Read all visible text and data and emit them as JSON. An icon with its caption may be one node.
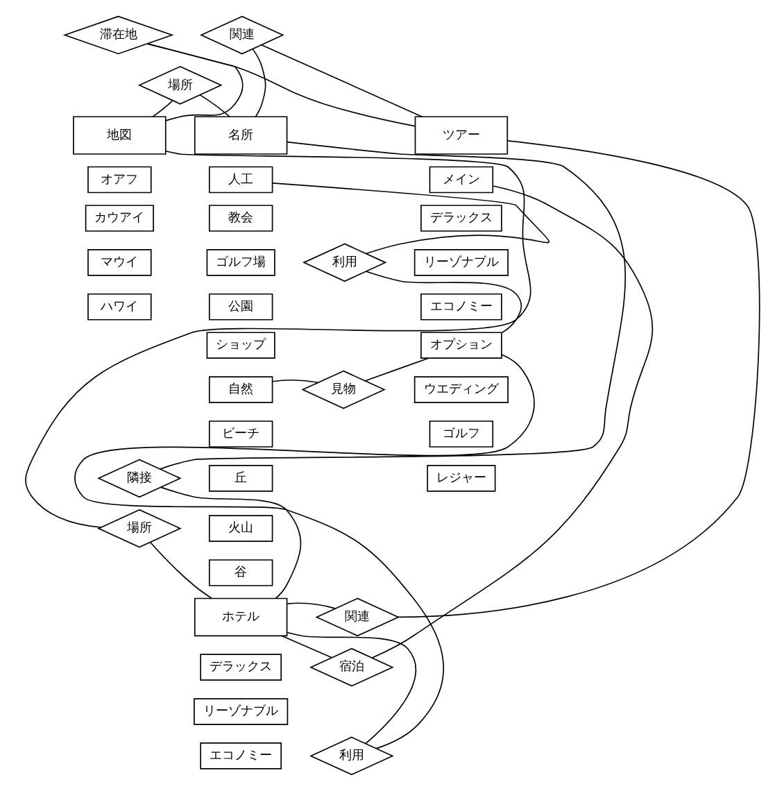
{
  "diagram": {
    "nodes": [
      {
        "text": [
          "滞在地"
        ]
      },
      {
        "text": [
          "関連"
        ]
      },
      {
        "text": [
          "場所"
        ]
      },
      {
        "text": [
          "地図"
        ]
      },
      {
        "text": [
          "オアフ"
        ]
      },
      {
        "text": [
          "カウアイ"
        ]
      },
      {
        "text": [
          "マウイ"
        ]
      },
      {
        "text": [
          "ハワイ"
        ]
      },
      {
        "text": [
          "名所"
        ]
      },
      {
        "text": [
          "人工"
        ]
      },
      {
        "text": [
          "教会"
        ]
      },
      {
        "text": [
          "ゴルフ場"
        ]
      },
      {
        "text": [
          "公園"
        ]
      },
      {
        "text": [
          "ショップ"
        ]
      },
      {
        "text": [
          "自然"
        ]
      },
      {
        "text": [
          "ビーチ"
        ]
      },
      {
        "text": [
          "丘"
        ]
      },
      {
        "text": [
          "火山"
        ]
      },
      {
        "text": [
          "谷"
        ]
      },
      {
        "text": [
          "ツアー"
        ]
      },
      {
        "text": [
          "メイン"
        ]
      },
      {
        "text": [
          "デラックス"
        ]
      },
      {
        "text": [
          "リーゾナブル"
        ]
      },
      {
        "text": [
          "エコノミー"
        ]
      },
      {
        "text": [
          "オプション"
        ]
      },
      {
        "text": [
          "ウエディング"
        ]
      },
      {
        "text": [
          "ゴルフ"
        ]
      },
      {
        "text": [
          "レジャー"
        ]
      },
      {
        "text": [
          "利用"
        ]
      },
      {
        "text": [
          "見物"
        ]
      },
      {
        "text": [
          "隣接"
        ]
      },
      {
        "text": [
          "場所"
        ]
      },
      {
        "text": [
          "ホテル"
        ]
      },
      {
        "text": [
          "デラックス"
        ]
      },
      {
        "text": [
          "リーゾナブル"
        ]
      },
      {
        "text": [
          "エコノミー"
        ]
      },
      {
        "text": [
          "関連"
        ]
      },
      {
        "text": [
          "宿泊"
        ]
      },
      {
        "text": [
          "利用"
        ]
      }
    ],
    "edges": [
      {
        "from": 3,
        "to": 0,
        "arrow": "none"
      },
      {
        "from": 0,
        "to": 19,
        "arrow": "none"
      },
      {
        "from": 8,
        "to": 1,
        "arrow": "none"
      },
      {
        "from": 1,
        "to": 19,
        "arrow": "none"
      },
      {
        "from": 3,
        "to": 2,
        "arrow": "none"
      },
      {
        "from": 2,
        "to": 8,
        "arrow": "none"
      },
      {
        "from": 8,
        "to": 30,
        "arrow": "none"
      },
      {
        "from": 30,
        "to": 32,
        "arrow": "none"
      },
      {
        "from": 3,
        "to": 31,
        "arrow": "none"
      },
      {
        "from": 31,
        "to": 32,
        "arrow": "none"
      },
      {
        "from": 9,
        "to": 28,
        "arrow": "none"
      },
      {
        "from": 28,
        "to": 24,
        "arrow": "none"
      },
      {
        "from": 14,
        "to": 29,
        "arrow": "none"
      },
      {
        "from": 29,
        "to": 24,
        "arrow": "none"
      },
      {
        "from": 32,
        "to": 36,
        "arrow": "none"
      },
      {
        "from": 36,
        "to": 19,
        "arrow": "none"
      },
      {
        "from": 32,
        "to": 37,
        "arrow": "none"
      },
      {
        "from": 37,
        "to": 20,
        "arrow": "none"
      },
      {
        "from": 32,
        "to": 38,
        "arrow": "none"
      },
      {
        "from": 38,
        "to": 24,
        "arrow": "none"
      }
    ]
  }
}
